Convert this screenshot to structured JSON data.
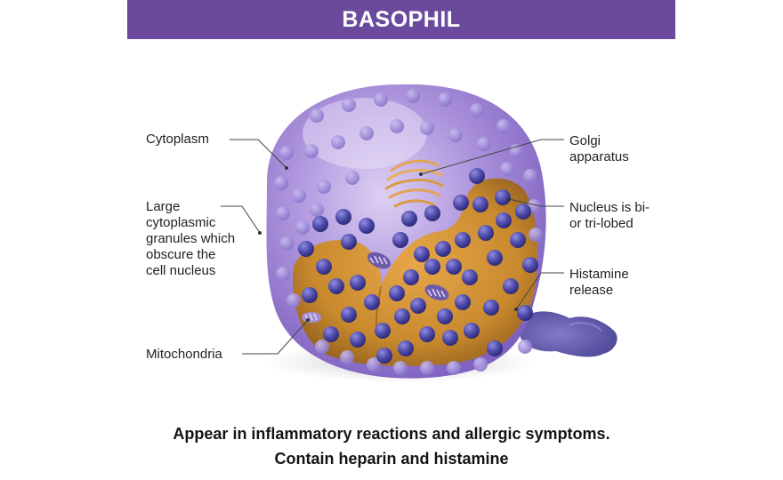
{
  "title": "BASOPHIL",
  "labels": {
    "cytoplasm": "Cytoplasm",
    "granules": [
      "Large",
      "cytoplasmic",
      "granules which",
      "obscure the",
      "cell nucleus"
    ],
    "mitochondria": "Mitochondria",
    "golgi": [
      "Golgi",
      "apparatus"
    ],
    "nucleus": [
      "Nucleus is bi-",
      "or tri-lobed"
    ],
    "histamine": [
      "Histamine",
      "release"
    ]
  },
  "caption": {
    "line1": "Appear in inflammatory reactions and allergic symptoms.",
    "line2": "Contain heparin and histamine"
  },
  "colors": {
    "title_bar": "#6b4a9e",
    "cell_body": "#9a7fd0",
    "nucleus": "#c98a2e",
    "granule": "#4c48a8",
    "histamine": "#5b54a8"
  }
}
